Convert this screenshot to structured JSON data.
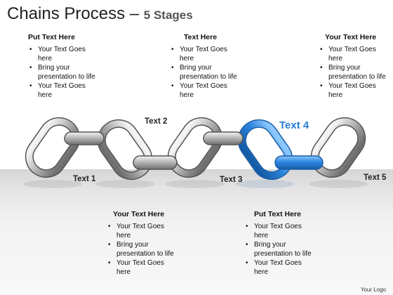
{
  "title": {
    "main": "Chains Process",
    "dash": "–",
    "sub": "5 Stages"
  },
  "top_blocks": [
    {
      "heading": "Put Text Here",
      "bullets": [
        "Your Text Goes here",
        "Bring your presentation to life",
        "Your Text Goes here"
      ]
    },
    {
      "heading": "Text Here",
      "bullets": [
        "Your Text Goes here",
        "Bring your presentation to life",
        "Your Text Goes here"
      ]
    },
    {
      "heading": "Your Text Here",
      "bullets": [
        "Your Text Goes here",
        "Bring your presentation to life",
        "Your Text Goes here"
      ]
    }
  ],
  "bottom_blocks": [
    {
      "heading": "Your Text Here",
      "bullets": [
        "Your Text Goes here",
        "Bring your presentation to life",
        "Your Text Goes here"
      ]
    },
    {
      "heading": "Put Text Here",
      "bullets": [
        "Your Text Goes here",
        "Bring your presentation to life",
        "Your Text Goes here"
      ]
    }
  ],
  "labels": {
    "text1": "Text 1",
    "text2": "Text 2",
    "text3": "Text 3",
    "text4": "Text 4",
    "text5": "Text 5"
  },
  "colors": {
    "accent": "#2a7bd6",
    "chain": "#a8a8a8"
  },
  "footer": {
    "logo": "Your Logo"
  }
}
